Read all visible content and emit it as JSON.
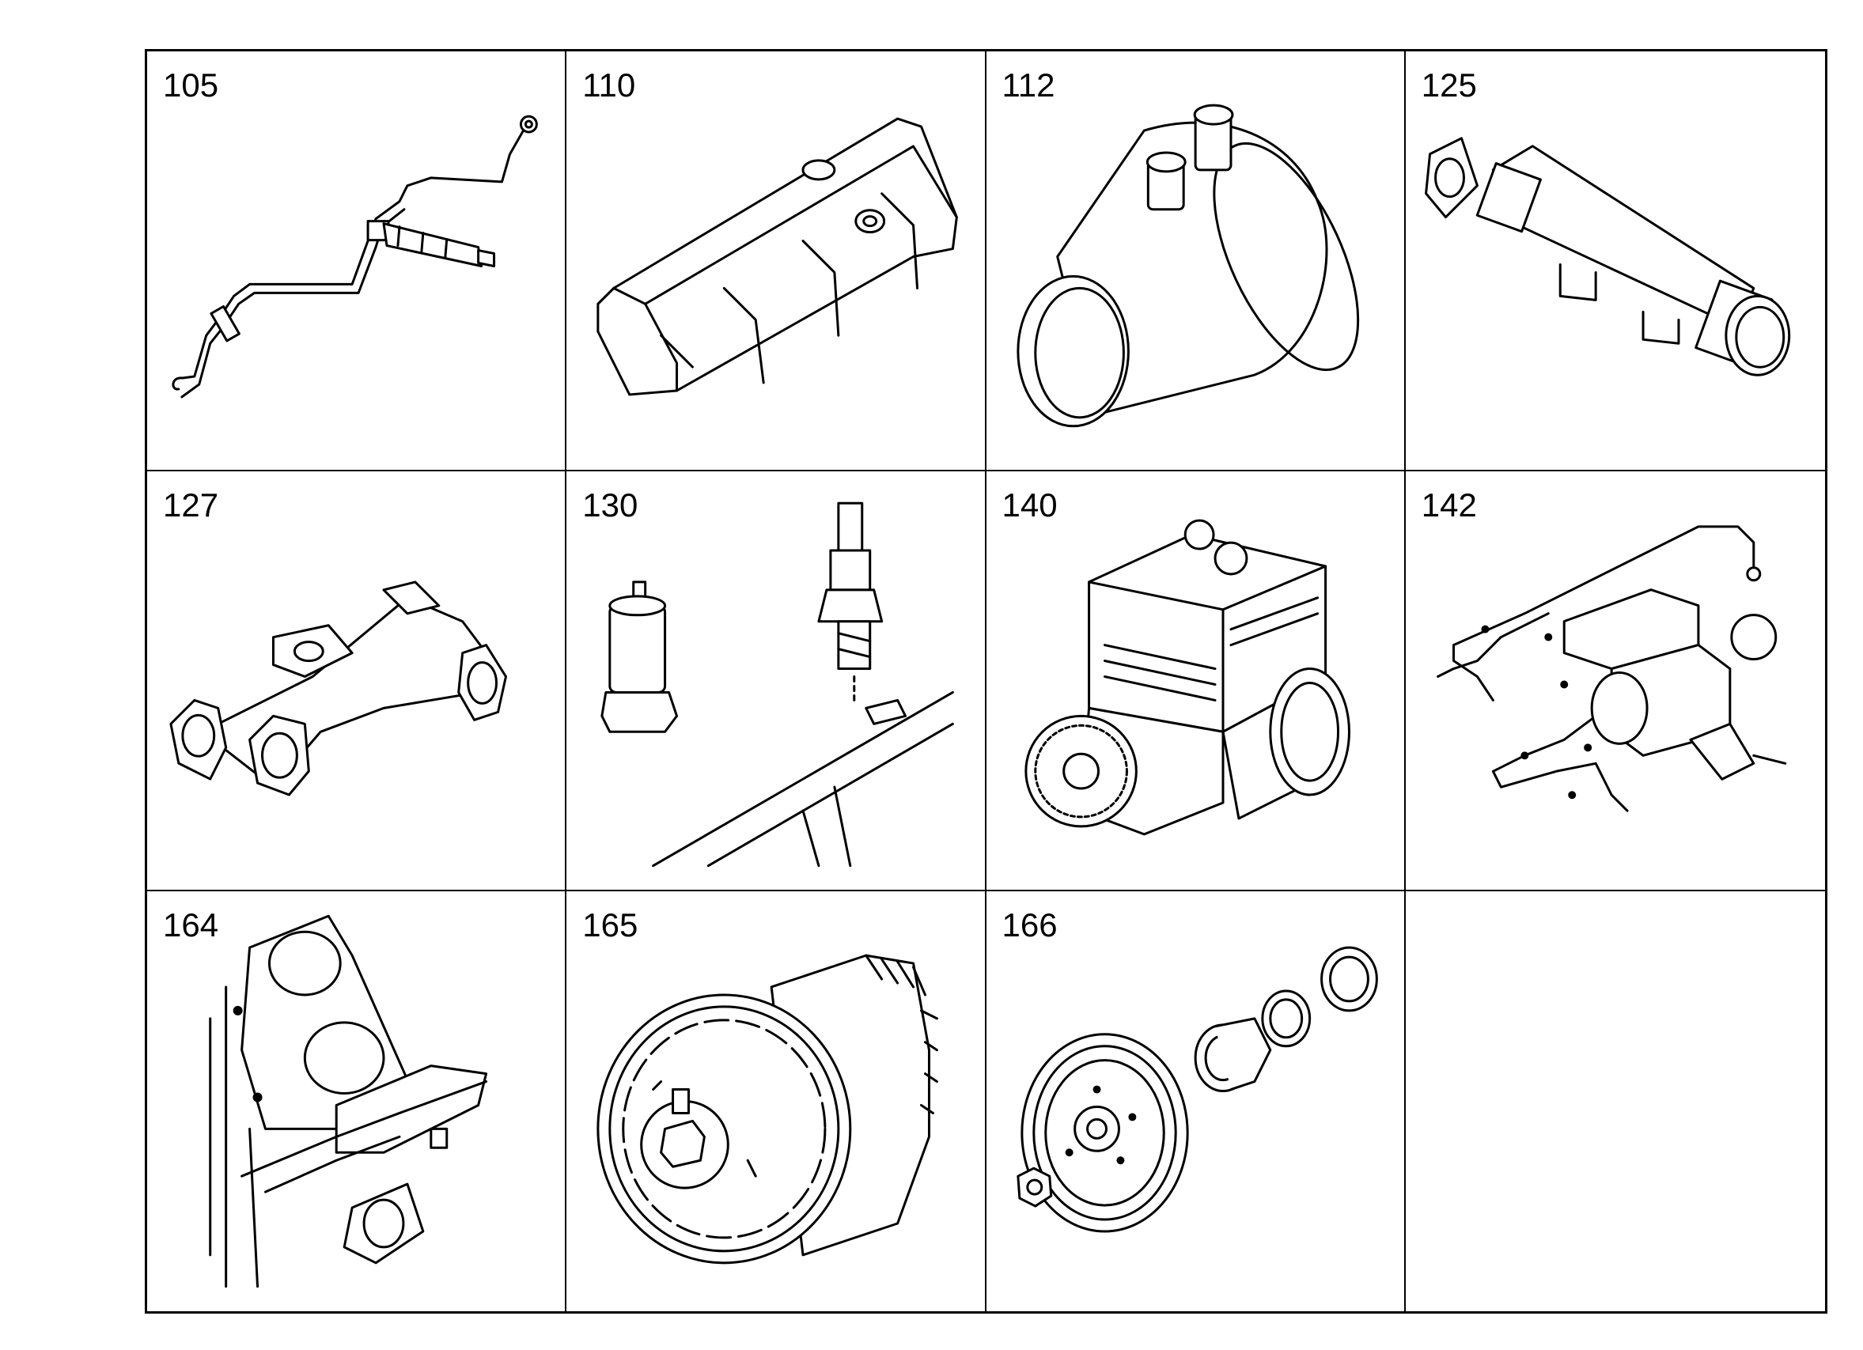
{
  "cells": [
    {
      "number": "105",
      "part": "injection-line-and-nozzle"
    },
    {
      "number": "110",
      "part": "rocker-cover"
    },
    {
      "number": "112",
      "part": "thermostat-housing"
    },
    {
      "number": "125",
      "part": "egr-cooler"
    },
    {
      "number": "127",
      "part": "exhaust-manifold"
    },
    {
      "number": "130",
      "part": "glow-plug-and-sensor"
    },
    {
      "number": "140",
      "part": "air-compressor"
    },
    {
      "number": "142",
      "part": "air-compressor-lines"
    },
    {
      "number": "164",
      "part": "timing-case-harness"
    },
    {
      "number": "165",
      "part": "fan-drive-pulley"
    },
    {
      "number": "166",
      "part": "pulley-and-seals"
    },
    {
      "number": "",
      "part": "empty"
    }
  ]
}
